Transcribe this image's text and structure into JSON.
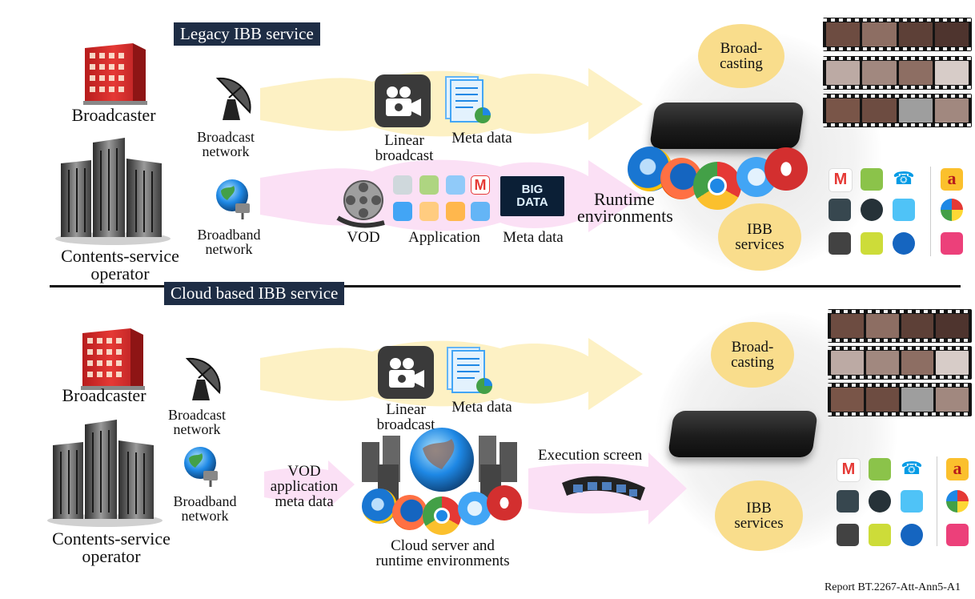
{
  "legacy": {
    "title": "Legacy IBB service",
    "broadcaster": "Broadcaster",
    "operator_line1": "Contents-service",
    "operator_line2": "operator",
    "broadcast_network_line1": "Broadcast",
    "broadcast_network_line2": "network",
    "broadband_network_line1": "Broadband",
    "broadband_network_line2": "network",
    "linear_broadcast_line1": "Linear",
    "linear_broadcast_line2": "broadcast",
    "meta_data_top": "Meta data",
    "vod": "VOD",
    "application": "Application",
    "meta_data_bottom": "Meta data",
    "big_data_line1": "BIG",
    "big_data_line2": "DATA",
    "runtime_line1": "Runtime",
    "runtime_line2": "environments",
    "broadcasting_line1": "Broad-",
    "broadcasting_line2": "casting",
    "ibb_line1": "IBB",
    "ibb_line2": "services"
  },
  "cloud": {
    "title": "Cloud based IBB service",
    "broadcaster": "Broadcaster",
    "operator_line1": "Contents-service",
    "operator_line2": "operator",
    "broadcast_network_line1": "Broadcast",
    "broadcast_network_line2": "network",
    "broadband_network_line1": "Broadband",
    "broadband_network_line2": "network",
    "linear_broadcast_line1": "Linear",
    "linear_broadcast_line2": "broadcast",
    "meta_data": "Meta data",
    "vod_line1": "VOD",
    "vod_line2": "application",
    "vod_line3": "meta data",
    "execution_screen": "Execution screen",
    "cloud_server_line1": "Cloud server and",
    "cloud_server_line2": "runtime environments",
    "broadcasting_line1": "Broad-",
    "broadcasting_line2": "casting",
    "ibb_line1": "IBB",
    "ibb_line2": "services"
  },
  "caption": "Report BT.2267-Att-Ann5-A1",
  "colors": {
    "title_bg": "#1e2d45",
    "broadcast_arrow": "#fdf1c4",
    "broadband_arrow": "#fbe0f5",
    "blob": "#f9dd8c"
  }
}
